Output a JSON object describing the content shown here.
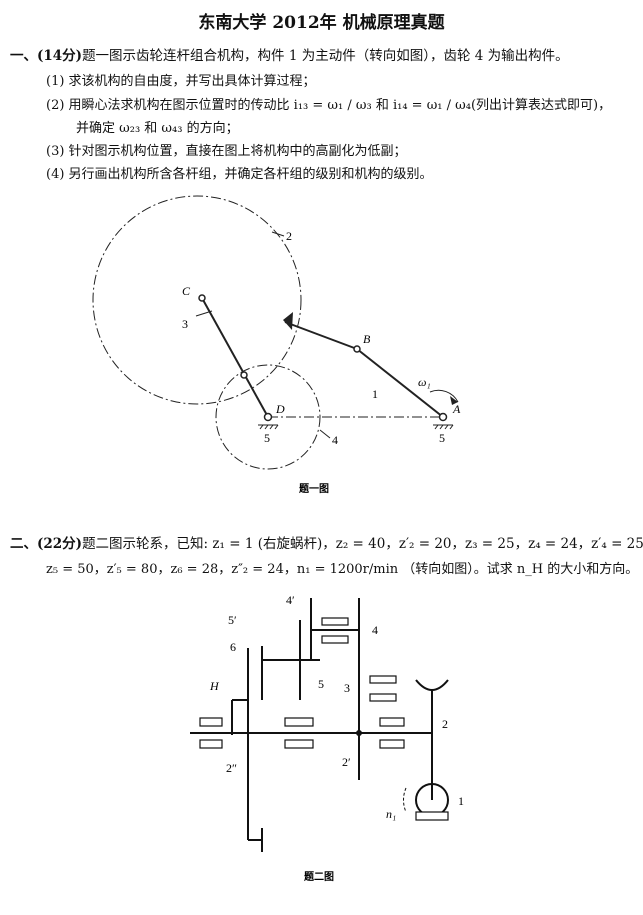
{
  "title": "东南大学 2012年 机械原理真题",
  "q1": {
    "head": "一、(14分)",
    "text": "题一图示齿轮连杆组合机构，构件 1 为主动件（转向如图），齿轮 4 为输出构件。",
    "items": [
      "(1)  求该机构的自由度，并写出具体计算过程；",
      "(2)  用瞬心法求机构在图示位置时的传动比 i₁₃ = ω₁ / ω₃ 和 i₁₄ = ω₁ / ω₄(列出计算表达式即可)，",
      "并确定 ω₂₃ 和 ω₄₃ 的方向；",
      "(3)  针对图示机构位置，直接在图上将机构中的高副化为低副；",
      "(4)  另行画出机构所含各杆组，并确定各杆组的级别和机构的级别。"
    ],
    "figure": {
      "caption": "题一图",
      "labels": {
        "C": "C",
        "B": "B",
        "A": "A",
        "D": "D",
        "n3": "3",
        "n2": "2",
        "n1": "1",
        "n4": "4",
        "n5a": "5",
        "n5b": "5",
        "w1": "ω₁"
      }
    }
  },
  "q2": {
    "head": "二、(22分)",
    "line1": "题二图示轮系，已知: z₁ = 1 (右旋蜗杆)，z₂ = 40，z′₂ = 20，z₃ = 25，z₄ = 24，z′₄ = 25，",
    "line2": "z₅ = 50，z′₅ = 80，z₆ = 28，z″₂ = 24，n₁ = 1200r/min （转向如图）。试求 n_H 的大小和方向。",
    "figure": {
      "caption": "题二图",
      "labels": {
        "l4p": "4′",
        "l5p": "5′",
        "l6": "6",
        "lH": "H",
        "l4": "4",
        "l5": "5",
        "l3": "3",
        "l2": "2",
        "l2p": "2′",
        "l2pp": "2″",
        "ln1": "n₁",
        "l1": "1"
      }
    }
  }
}
